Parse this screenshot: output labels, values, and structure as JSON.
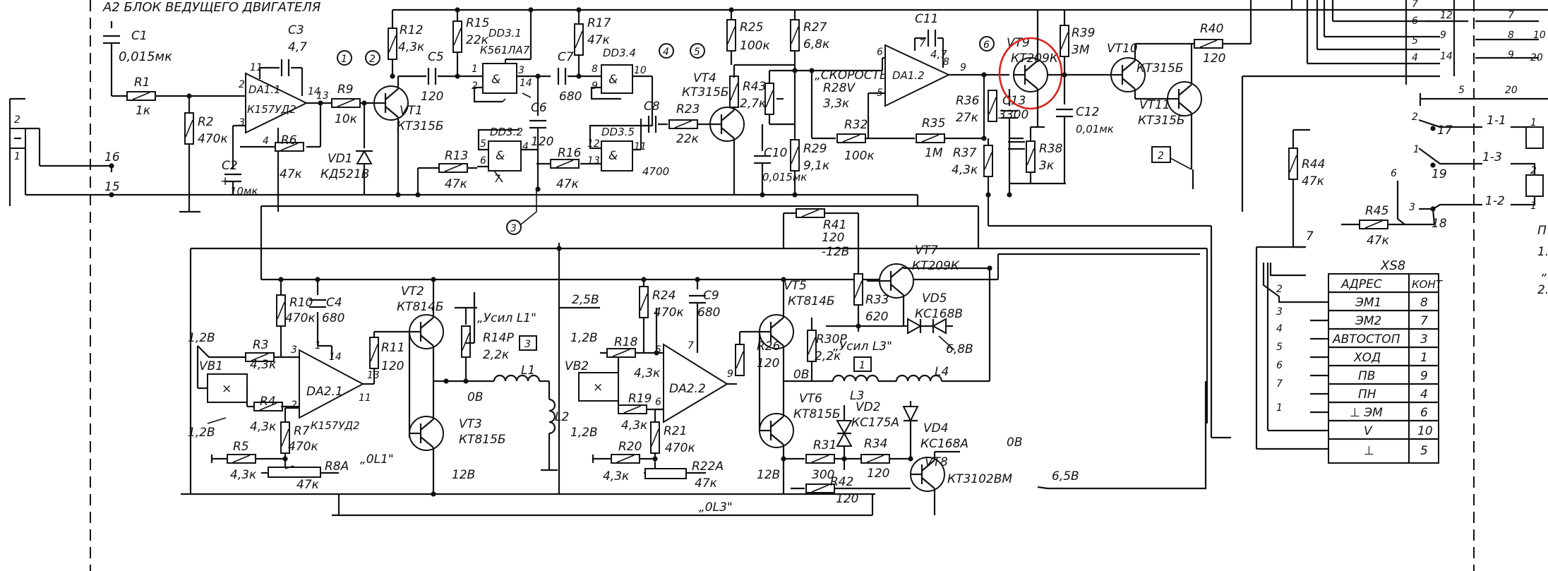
{
  "title": "А2 БЛОК ВЕДУЩЕГО ДВИГАТЕЛЯ",
  "ics": [
    {
      "ref": "DA1.1",
      "type": "К157УД2"
    },
    {
      "ref": "DA1.2",
      "type": ""
    },
    {
      "ref": "DA2.1",
      "type": "К157УД2"
    },
    {
      "ref": "DA2.2",
      "type": ""
    },
    {
      "ref": "DD3.1",
      "type": "К561ЛА7"
    },
    {
      "ref": "DD3.2",
      "type": ""
    },
    {
      "ref": "DD3.4",
      "type": ""
    },
    {
      "ref": "DD3.5",
      "type": ""
    }
  ],
  "transistors": [
    {
      "ref": "VT1",
      "type": "КТ315Б"
    },
    {
      "ref": "VT2",
      "type": "КТ814Б"
    },
    {
      "ref": "VT3",
      "type": "КТ815Б"
    },
    {
      "ref": "VT4",
      "type": "КТ315Б"
    },
    {
      "ref": "VT5",
      "type": "КТ814Б"
    },
    {
      "ref": "VT6",
      "type": "КТ815Б"
    },
    {
      "ref": "VT7",
      "type": "КТ209К"
    },
    {
      "ref": "VT8",
      "type": "КТ3102ВМ"
    },
    {
      "ref": "VT9",
      "type": "КТ209К"
    },
    {
      "ref": "VT10",
      "type": "КТ315Б"
    },
    {
      "ref": "VT11",
      "type": "КТ315Б"
    }
  ],
  "diodes": [
    {
      "ref": "VD1",
      "type": "КД521В"
    },
    {
      "ref": "VD2",
      "type": "КС175А"
    },
    {
      "ref": "VD4",
      "type": "КС168А"
    },
    {
      "ref": "VD5",
      "type": "КС168В"
    }
  ],
  "resistors": [
    {
      "ref": "R1",
      "value": "1к"
    },
    {
      "ref": "R2",
      "value": "470к"
    },
    {
      "ref": "R3",
      "value": "4,3к"
    },
    {
      "ref": "R4",
      "value": "4,3к"
    },
    {
      "ref": "R5",
      "value": "4,3к"
    },
    {
      "ref": "R6",
      "value": "47к"
    },
    {
      "ref": "R7",
      "value": "470к"
    },
    {
      "ref": "R8А",
      "value": "47к"
    },
    {
      "ref": "R9",
      "value": "10к"
    },
    {
      "ref": "R10",
      "value": "470к"
    },
    {
      "ref": "R11",
      "value": "120"
    },
    {
      "ref": "R12",
      "value": "4,3к"
    },
    {
      "ref": "R13",
      "value": "47к"
    },
    {
      "ref": "R14Р",
      "value": "2,2к"
    },
    {
      "ref": "R15",
      "value": "22к"
    },
    {
      "ref": "R16",
      "value": "47к"
    },
    {
      "ref": "R17",
      "value": "47к"
    },
    {
      "ref": "R18",
      "value": "4,3к"
    },
    {
      "ref": "R19",
      "value": "4,3к"
    },
    {
      "ref": "R20",
      "value": "4,3к"
    },
    {
      "ref": "R21",
      "value": "470к"
    },
    {
      "ref": "R22А",
      "value": "47к"
    },
    {
      "ref": "R23",
      "value": "22к"
    },
    {
      "ref": "R24",
      "value": "470к"
    },
    {
      "ref": "R25",
      "value": "100к"
    },
    {
      "ref": "R26",
      "value": "120"
    },
    {
      "ref": "R27",
      "value": "6,8к"
    },
    {
      "ref": "R28V",
      "value": "3,3к"
    },
    {
      "ref": "R29",
      "value": "9,1к"
    },
    {
      "ref": "R30Р",
      "value": "2,2к"
    },
    {
      "ref": "R31",
      "value": "300"
    },
    {
      "ref": "R32",
      "value": "100к"
    },
    {
      "ref": "R33",
      "value": "620"
    },
    {
      "ref": "R34",
      "value": "120"
    },
    {
      "ref": "R35",
      "value": "1М"
    },
    {
      "ref": "R36",
      "value": "27к"
    },
    {
      "ref": "R37",
      "value": "4,3к"
    },
    {
      "ref": "R38",
      "value": "3к"
    },
    {
      "ref": "R39",
      "value": "3М"
    },
    {
      "ref": "R40",
      "value": "120"
    },
    {
      "ref": "R41",
      "value": "120"
    },
    {
      "ref": "R42",
      "value": "120"
    },
    {
      "ref": "R43",
      "value": "2,7к"
    },
    {
      "ref": "R44",
      "value": "47к"
    },
    {
      "ref": "R45",
      "value": "47к"
    }
  ],
  "capacitors": [
    {
      "ref": "C1",
      "value": "0,015мк"
    },
    {
      "ref": "C2",
      "value": "10мк"
    },
    {
      "ref": "C3",
      "value": "4,7"
    },
    {
      "ref": "C4",
      "value": "680"
    },
    {
      "ref": "C5",
      "value": "120"
    },
    {
      "ref": "C6",
      "value": "120"
    },
    {
      "ref": "C7",
      "value": "680"
    },
    {
      "ref": "C8",
      "value": "4700"
    },
    {
      "ref": "C9",
      "value": "680"
    },
    {
      "ref": "C10",
      "value": "0,015мк"
    },
    {
      "ref": "C11",
      "value": "4,7"
    },
    {
      "ref": "C12",
      "value": "0,01мк"
    },
    {
      "ref": "C13",
      "value": "3300"
    }
  ],
  "inductors": [
    "L1",
    "L2",
    "L3",
    "L4"
  ],
  "blocks": [
    "VB1",
    "VB2"
  ],
  "labels": {
    "skorost": "„СКОРОСТЬ\"",
    "usil_l1": "„Усил L1\"",
    "usil_l3": "„Усил L3\"",
    "ol1": "„0L1\"",
    "ol3": "„0L3\"",
    "v_12a": "1,2В",
    "v_12b": "1,2В",
    "v_12c": "1,2В",
    "v_12d": "1,2В",
    "v_25": "2,5В",
    "v_12n": "-12В",
    "v_68": "6,8В",
    "v_65": "6,5В",
    "v_0a": "0В",
    "v_0b": "0В",
    "v_0c": "0В",
    "v_12p_a": "12В",
    "v_12p_b": "12В",
    "bus_16": "16",
    "bus_15": "15",
    "box_1": "1",
    "box_2": "2",
    "box_3": "3"
  },
  "test_points": [
    "1",
    "2",
    "3",
    "4",
    "5",
    "6"
  ],
  "connector": {
    "ref": "XS8",
    "headers": [
      "АДРЕС",
      "КОНТ"
    ],
    "rows": [
      [
        "ЭМ1",
        "8"
      ],
      [
        "ЭМ2",
        "7"
      ],
      [
        "АВТОСТОП",
        "3"
      ],
      [
        "ХОД",
        "1"
      ],
      [
        "ПВ",
        "9"
      ],
      [
        "ПН",
        "4"
      ],
      [
        "⊥ ЭМ",
        "6"
      ],
      [
        "V",
        "10"
      ],
      [
        "⊥",
        "5"
      ]
    ],
    "left_pins": [
      "2",
      "3",
      "4",
      "5",
      "6",
      "7",
      "1"
    ],
    "pin_7": "7"
  },
  "right_edge": {
    "wire_nums_a": [
      "7",
      "6",
      "5",
      "4"
    ],
    "wire_nums_b": [
      "12",
      "9",
      "14"
    ],
    "wire_nums_c": [
      "7",
      "8",
      "9"
    ],
    "wire_nums_d": [
      "10",
      "20"
    ],
    "pin_5": "5",
    "pin_20": "20",
    "n17": "17",
    "n19": "19",
    "n18": "18",
    "p1_1": "1-1",
    "p1_3": "1-3",
    "p1_2": "1-2",
    "n2": "2",
    "n1": "1",
    "n6": "6",
    "n3": "3",
    "n1b": "1",
    "n2b": "2",
    "n1c": "1"
  },
  "left_connector": [
    "2",
    "1"
  ],
  "edge_notes": [
    "П",
    "1.",
    "„",
    "2."
  ],
  "highlight": "VT9"
}
